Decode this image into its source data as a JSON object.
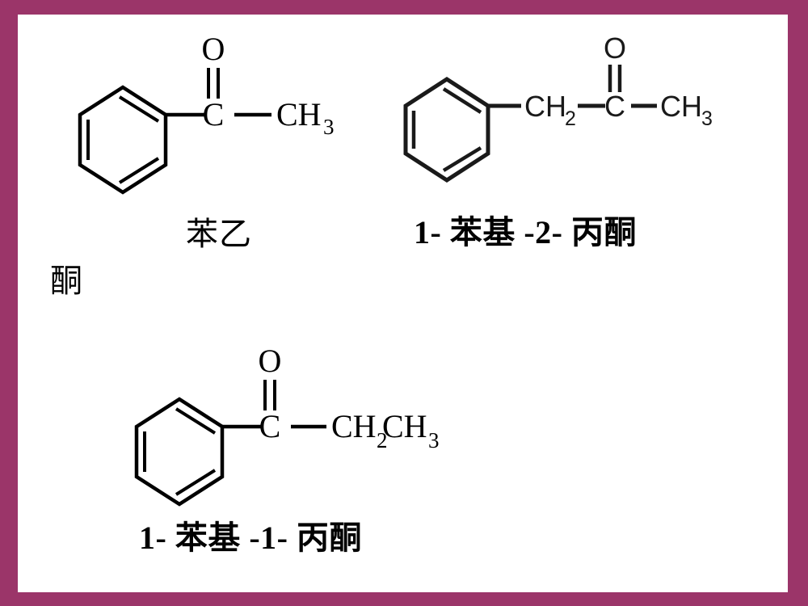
{
  "slide": {
    "border_color": "#9B3569",
    "background_color": "#FFFFFF",
    "bond_color": "#000000"
  },
  "structures": [
    {
      "id": "acetophenone",
      "ring_label": "benzene-ring",
      "atoms": {
        "oxygen": "O",
        "carbonyl_carbon": "C",
        "methyl": "CH",
        "methyl_sub": "3"
      },
      "bonds": [
        "ring-to-carbonyl-single",
        "carbonyl-double-bond",
        "carbonyl-to-methyl-single"
      ]
    },
    {
      "id": "phenylacetone",
      "ring_label": "benzene-ring",
      "atoms": {
        "methylene": "CH",
        "methylene_sub": "2",
        "carbonyl_carbon": "C",
        "oxygen": "O",
        "methyl": "CH",
        "methyl_sub": "3"
      },
      "bonds": [
        "ring-to-methylene-single",
        "methylene-to-carbonyl-single",
        "carbonyl-double-bond",
        "carbonyl-to-methyl-single"
      ]
    },
    {
      "id": "propiophenone",
      "ring_label": "benzene-ring",
      "atoms": {
        "oxygen": "O",
        "carbonyl_carbon": "C",
        "methylene": "CH",
        "methylene_sub": "2",
        "methyl": "CH",
        "methyl_sub": "3"
      },
      "bonds": [
        "ring-to-carbonyl-single",
        "carbonyl-double-bond",
        "carbonyl-to-ethyl-single"
      ]
    }
  ],
  "labels": {
    "acetophenone_line1": "苯乙",
    "acetophenone_line2": "酮",
    "phenylacetone": "1- 苯基 -2- 丙酮",
    "propiophenone": "1- 苯基 -1- 丙酮"
  }
}
